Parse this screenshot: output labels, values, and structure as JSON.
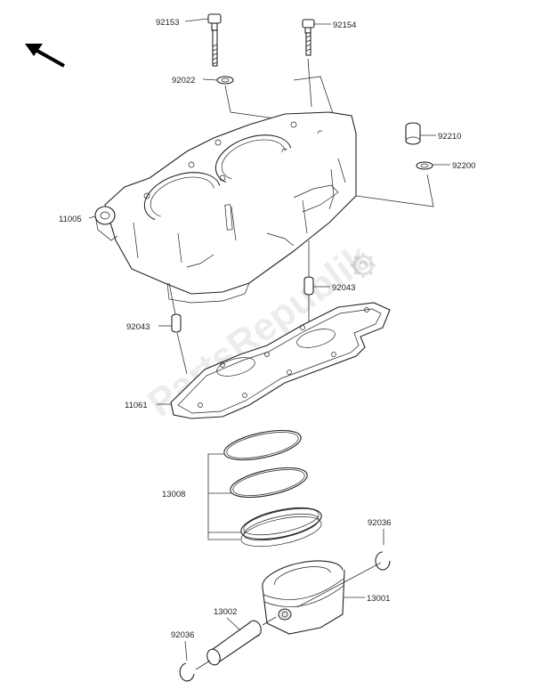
{
  "watermark": "PartsRepublik",
  "labels": {
    "p92153": "92153",
    "p92154": "92154",
    "p92022": "92022",
    "p92210": "92210",
    "p92200": "92200",
    "p11005": "11005",
    "p92043a": "92043",
    "p92043b": "92043",
    "p11061": "11061",
    "p13008": "13008",
    "p92036a": "92036",
    "p13001": "13001",
    "p13002": "13002",
    "p92036b": "92036"
  },
  "icons": {
    "direction": "arrow-up-left-icon",
    "gear": "gear-icon"
  }
}
